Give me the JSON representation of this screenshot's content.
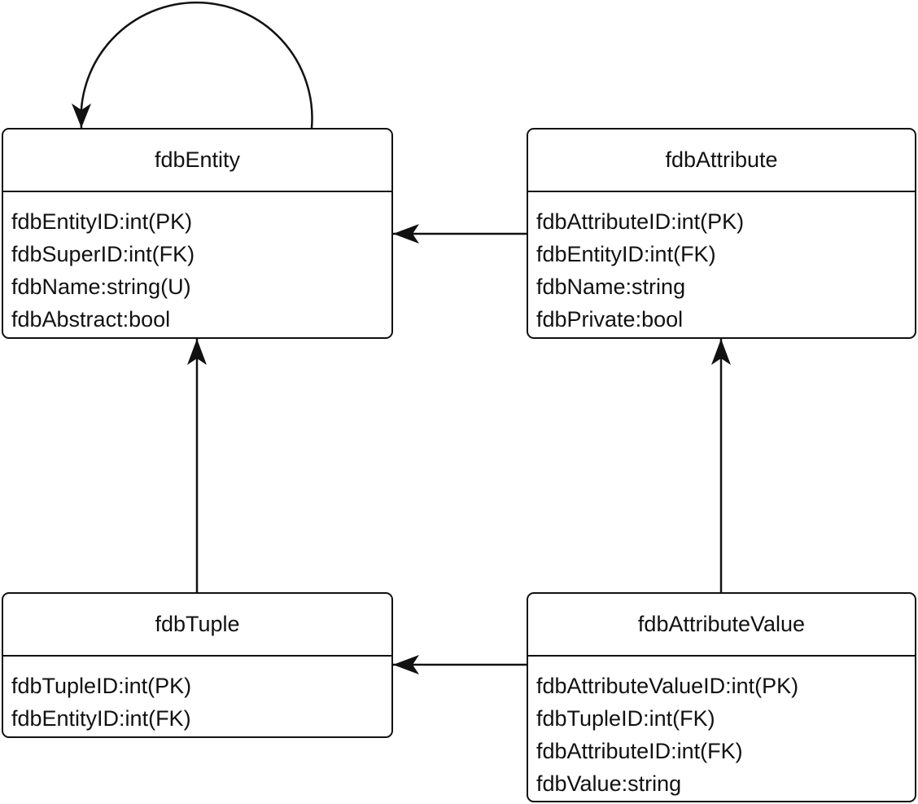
{
  "entities": {
    "fdbEntity": {
      "title": "fdbEntity",
      "attributes": [
        "fdbEntityID:int(PK)",
        "fdbSuperID:int(FK)",
        "fdbName:string(U)",
        "fdbAbstract:bool"
      ]
    },
    "fdbAttribute": {
      "title": "fdbAttribute",
      "attributes": [
        "fdbAttributeID:int(PK)",
        "fdbEntityID:int(FK)",
        "fdbName:string",
        "fdbPrivate:bool"
      ]
    },
    "fdbTuple": {
      "title": "fdbTuple",
      "attributes": [
        "fdbTupleID:int(PK)",
        "fdbEntityID:int(FK)"
      ]
    },
    "fdbAttributeValue": {
      "title": "fdbAttributeValue",
      "attributes": [
        "fdbAttributeValueID:int(PK)",
        "fdbTupleID:int(FK)",
        "fdbAttributeID:int(FK)",
        "fdbValue:string"
      ]
    }
  },
  "relations": [
    {
      "from": "fdbEntity",
      "to": "fdbEntity"
    },
    {
      "from": "fdbAttribute",
      "to": "fdbEntity"
    },
    {
      "from": "fdbTuple",
      "to": "fdbEntity"
    },
    {
      "from": "fdbAttributeValue",
      "to": "fdbAttribute"
    },
    {
      "from": "fdbAttributeValue",
      "to": "fdbTuple"
    }
  ]
}
